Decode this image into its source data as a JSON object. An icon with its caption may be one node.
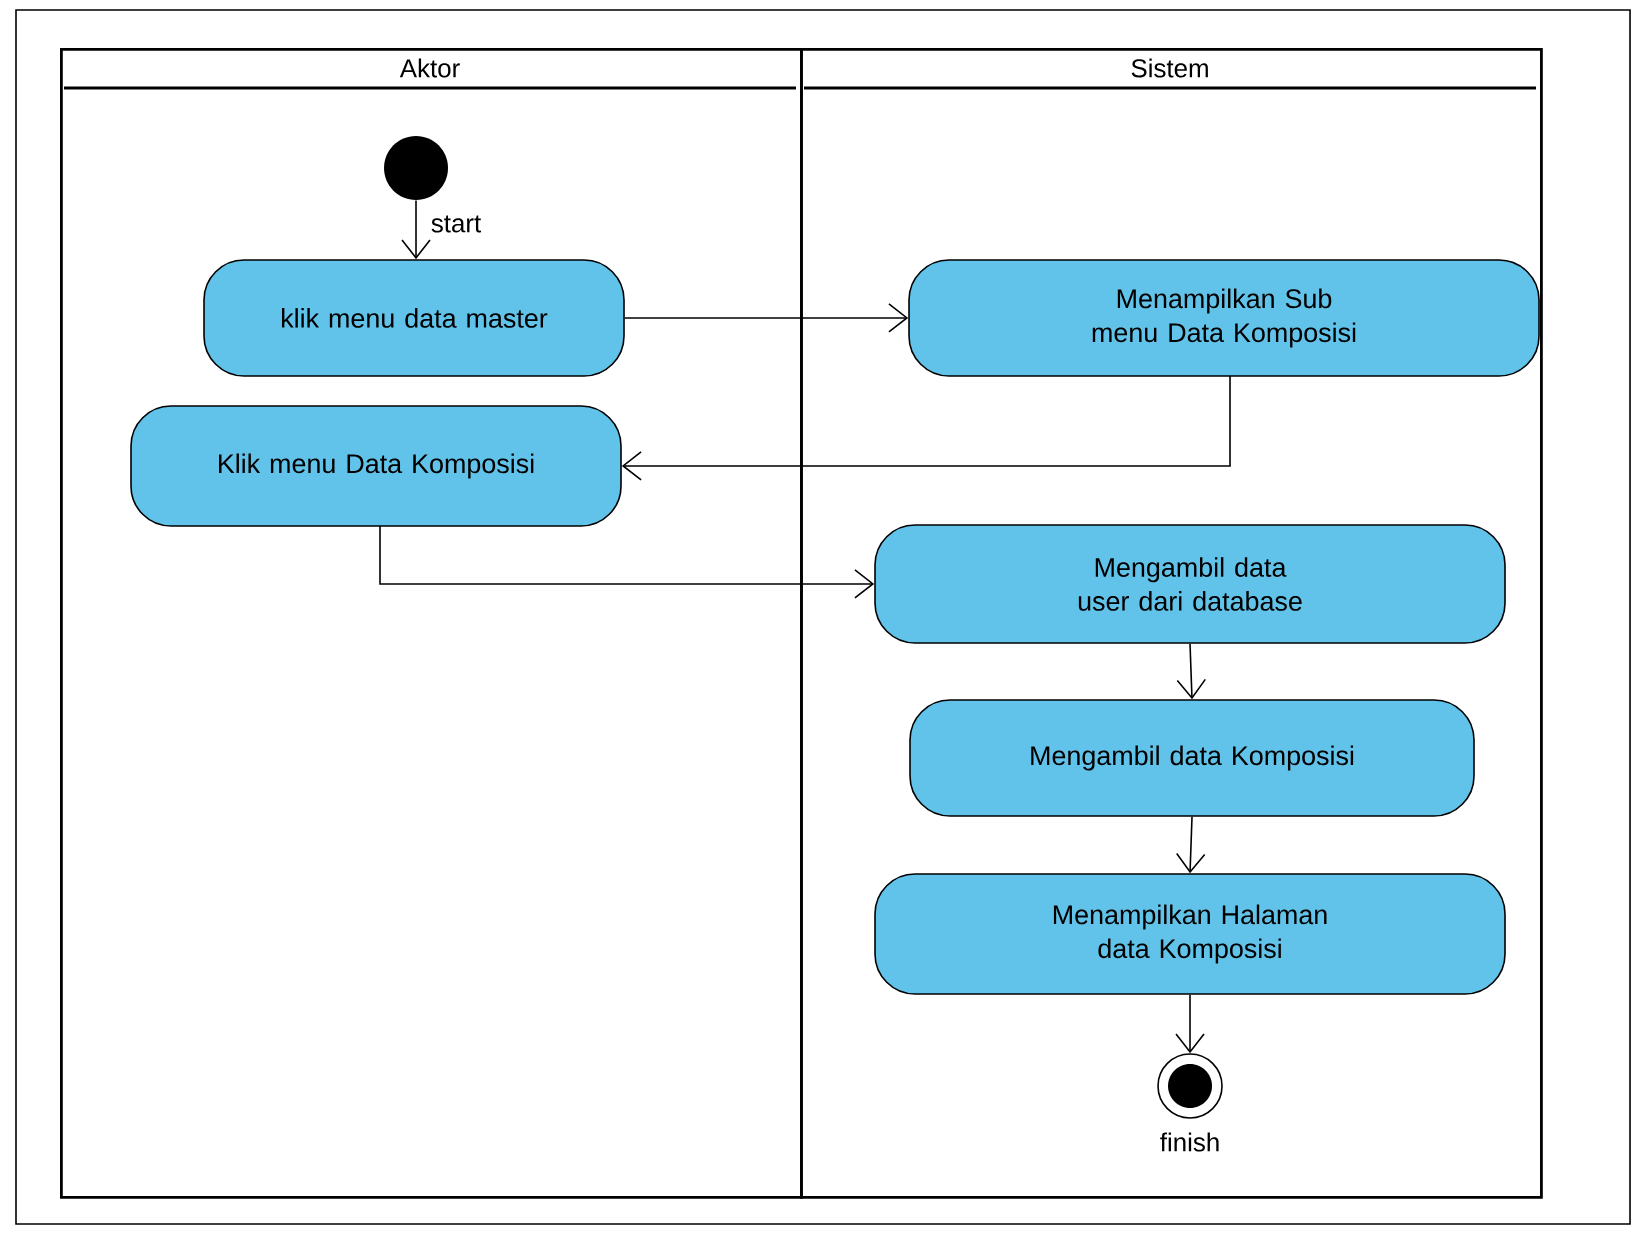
{
  "diagram": {
    "nodes": [
      {
        "text": [
          "Aktor"
        ]
      },
      {
        "text": [
          "Sistem"
        ]
      },
      {
        "text": [],
        "shape": "circle",
        "beside": [
          "start"
        ],
        "in": 0
      },
      {
        "text": [
          "klik menu data master"
        ],
        "in": 0
      },
      {
        "text": [
          "Menampilkan Sub menu Data Komposisi"
        ],
        "in": 1
      },
      {
        "text": [
          "Klik menu Data Komposisi"
        ],
        "in": 0
      },
      {
        "text": [
          "Mengambil data user dari database"
        ],
        "in": 1
      },
      {
        "text": [
          "Mengambil data Komposisi"
        ],
        "in": 1
      },
      {
        "text": [
          "Menampilkan Halaman data Komposisi"
        ],
        "in": 1
      },
      {
        "text": [],
        "shape": "circle",
        "beside": [
          "finish"
        ],
        "in": 1
      }
    ],
    "edges": [
      {
        "from": 2,
        "to": 3,
        "arrow": "to"
      },
      {
        "from": 3,
        "to": 4,
        "arrow": "to"
      },
      {
        "from": 4,
        "to": 5,
        "arrow": "to"
      },
      {
        "from": 5,
        "to": 6,
        "arrow": "to"
      },
      {
        "from": 6,
        "to": 7,
        "arrow": "to"
      },
      {
        "from": 7,
        "to": 8,
        "arrow": "to"
      },
      {
        "from": 8,
        "to": 9,
        "arrow": "to"
      }
    ]
  }
}
